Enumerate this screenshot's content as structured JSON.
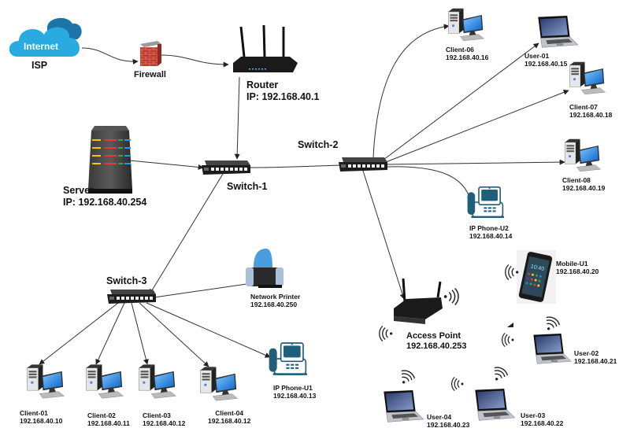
{
  "diagram": {
    "title": "",
    "colors": {
      "cloud": "#29abe2",
      "cloud_dark": "#1b75a8",
      "firewall": "#c0392b",
      "device_dark": "#222222",
      "monitor": "#1e90ff",
      "phone": "#1f5f7a",
      "link": "#333333"
    },
    "nodes": {
      "isp": {
        "cloud_text": "Internet",
        "label": "ISP",
        "icon": "cloud-icon"
      },
      "firewall": {
        "label": "Firewall",
        "icon": "firewall-icon"
      },
      "router": {
        "label": "Router",
        "ip": "IP: 192.168.40.1",
        "icon": "router-icon"
      },
      "server": {
        "label": "Server",
        "ip": "IP: 192.168.40.254",
        "icon": "server-icon"
      },
      "switch1": {
        "label": "Switch-1",
        "icon": "switch-icon"
      },
      "switch2": {
        "label": "Switch-2",
        "icon": "switch-icon"
      },
      "switch3": {
        "label": "Switch-3",
        "icon": "switch-icon"
      },
      "client06": {
        "label": "Client-06",
        "ip": "192.168.40.16",
        "icon": "desktop-icon"
      },
      "user01": {
        "label": "User-01",
        "ip": "192.168.40.15",
        "icon": "laptop-icon"
      },
      "client07": {
        "label": "Client-07",
        "ip": "192.168.40.18",
        "icon": "desktop-icon"
      },
      "client08": {
        "label": "Client-08",
        "ip": "192.168.40.19",
        "icon": "desktop-icon"
      },
      "ipphone_u2": {
        "label": "IP Phone-U2",
        "ip": "192.168.40.14",
        "icon": "ip-phone-icon"
      },
      "printer": {
        "label": "Network Printer",
        "ip": "192.168.40.250",
        "icon": "printer-icon"
      },
      "access_point": {
        "label": "Access Point",
        "ip": "192.168.40.253",
        "icon": "access-point-icon"
      },
      "mobile_u1": {
        "label": "Mobile-U1",
        "ip": "192.168.40.20",
        "icon": "smartphone-icon",
        "screen_time": "10:40"
      },
      "user02": {
        "label": "User-02",
        "ip": "192.168.40.21",
        "icon": "laptop-icon"
      },
      "user03": {
        "label": "User-03",
        "ip": "192.168.40.22",
        "icon": "laptop-icon"
      },
      "user04": {
        "label": "User-04",
        "ip": "192.168.40.23",
        "icon": "laptop-icon"
      },
      "client01": {
        "label": "Client-01",
        "ip": "192.168.40.10",
        "icon": "desktop-icon"
      },
      "client02": {
        "label": "Client-02",
        "ip": "192.168.40.11",
        "icon": "desktop-icon"
      },
      "client03": {
        "label": "Client-03",
        "ip": "192.168.40.12",
        "icon": "desktop-icon"
      },
      "client04": {
        "label": "Client-04",
        "ip": "192.168.40.12",
        "icon": "desktop-icon"
      },
      "ipphone_u1": {
        "label": "IP Phone-U1",
        "ip": "192.168.40.13",
        "icon": "ip-phone-icon"
      }
    },
    "links": [
      {
        "from": "isp",
        "to": "firewall",
        "type": "wired"
      },
      {
        "from": "firewall",
        "to": "router",
        "type": "wired"
      },
      {
        "from": "router",
        "to": "switch1",
        "type": "wired"
      },
      {
        "from": "server",
        "to": "switch1",
        "type": "wired"
      },
      {
        "from": "switch1",
        "to": "switch2",
        "type": "wired"
      },
      {
        "from": "switch1",
        "to": "switch3",
        "type": "wired"
      },
      {
        "from": "switch2",
        "to": "client06",
        "type": "wired"
      },
      {
        "from": "switch2",
        "to": "user01",
        "type": "wired"
      },
      {
        "from": "switch2",
        "to": "client07",
        "type": "wired"
      },
      {
        "from": "switch2",
        "to": "client08",
        "type": "wired"
      },
      {
        "from": "switch2",
        "to": "ipphone_u2",
        "type": "wired"
      },
      {
        "from": "switch2",
        "to": "access_point",
        "type": "wired"
      },
      {
        "from": "switch3",
        "to": "printer",
        "type": "wired"
      },
      {
        "from": "switch3",
        "to": "client01",
        "type": "wired"
      },
      {
        "from": "switch3",
        "to": "client02",
        "type": "wired"
      },
      {
        "from": "switch3",
        "to": "client03",
        "type": "wired"
      },
      {
        "from": "switch3",
        "to": "client04",
        "type": "wired"
      },
      {
        "from": "switch3",
        "to": "ipphone_u1",
        "type": "wired"
      },
      {
        "from": "access_point",
        "to": "mobile_u1",
        "type": "wireless"
      },
      {
        "from": "access_point",
        "to": "user02",
        "type": "wireless"
      },
      {
        "from": "access_point",
        "to": "user03",
        "type": "wireless"
      },
      {
        "from": "access_point",
        "to": "user04",
        "type": "wireless"
      }
    ]
  }
}
